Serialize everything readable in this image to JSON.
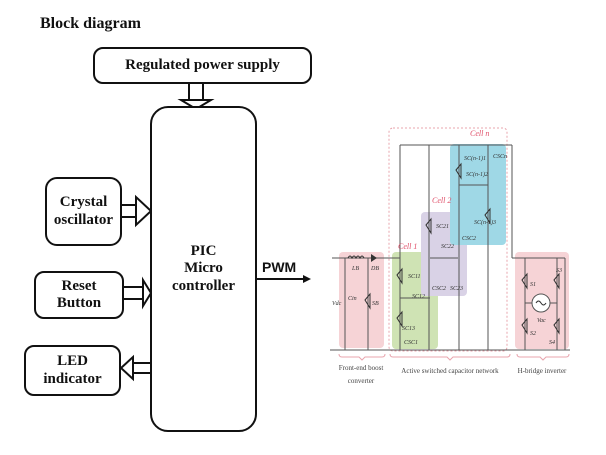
{
  "title": "Block diagram",
  "blocks": {
    "power_supply": "Regulated power supply",
    "crystal": [
      "Crystal",
      "oscillator"
    ],
    "reset": [
      "Reset",
      "Button"
    ],
    "led": [
      "LED",
      "indicator"
    ],
    "mcu": [
      "PIC",
      "Micro",
      "controller"
    ]
  },
  "output_label": "PWM",
  "circuit": {
    "cells": [
      "Cell 1",
      "Cell 2",
      "Cell n"
    ],
    "sections": {
      "boost": [
        "Front-end boost",
        "converter"
      ],
      "network": "Active switched capacitor network",
      "inverter": "H-bridge inverter"
    },
    "components": {
      "inductor": "LB",
      "diode": "DB",
      "cin": "Cin",
      "sb": "SB",
      "vdc": "Vdc",
      "sc11": "SC11",
      "sc12": "SC12",
      "sc13": "SC13",
      "csc1": "CSC1",
      "csc2_low": "CSC2",
      "sc21": "SC21",
      "sc22": "SC22",
      "sc23": "SC23",
      "csc_b": "CSC2",
      "scn1": "SC(n-1)1",
      "scn2": "SC(n-1)2",
      "scn3": "SC(n-1)3",
      "cscn": "CSCn",
      "s1": "S1",
      "s2": "S2",
      "s3": "S3",
      "s4": "S4",
      "vac": "Vac"
    },
    "colors": {
      "boost_bg": "#f6d3d6",
      "cell1_bg": "#cfe3b4",
      "cell2_bg": "#d9d2e6",
      "celln_bg": "#9fd8e6",
      "inverter_bg": "#f6d3d6",
      "dashed": "#e8a4ad",
      "label_red": "#e0506a"
    }
  }
}
